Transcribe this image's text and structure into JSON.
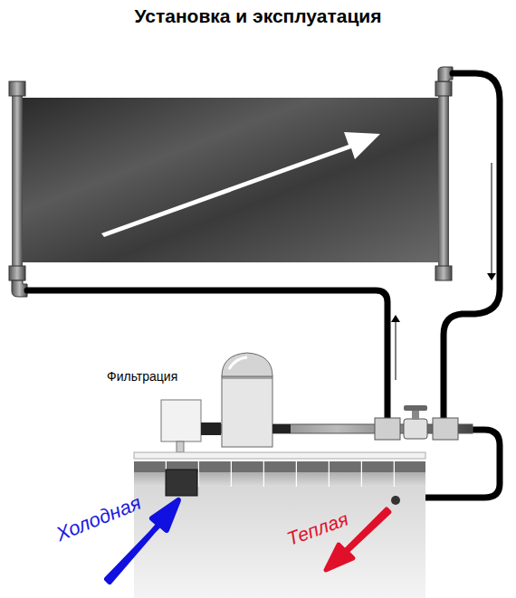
{
  "diagram": {
    "title": "Установка и эксплуатация",
    "labels": [
      "Фильтрация",
      "Холодная",
      "Теплая"
    ]
  }
}
